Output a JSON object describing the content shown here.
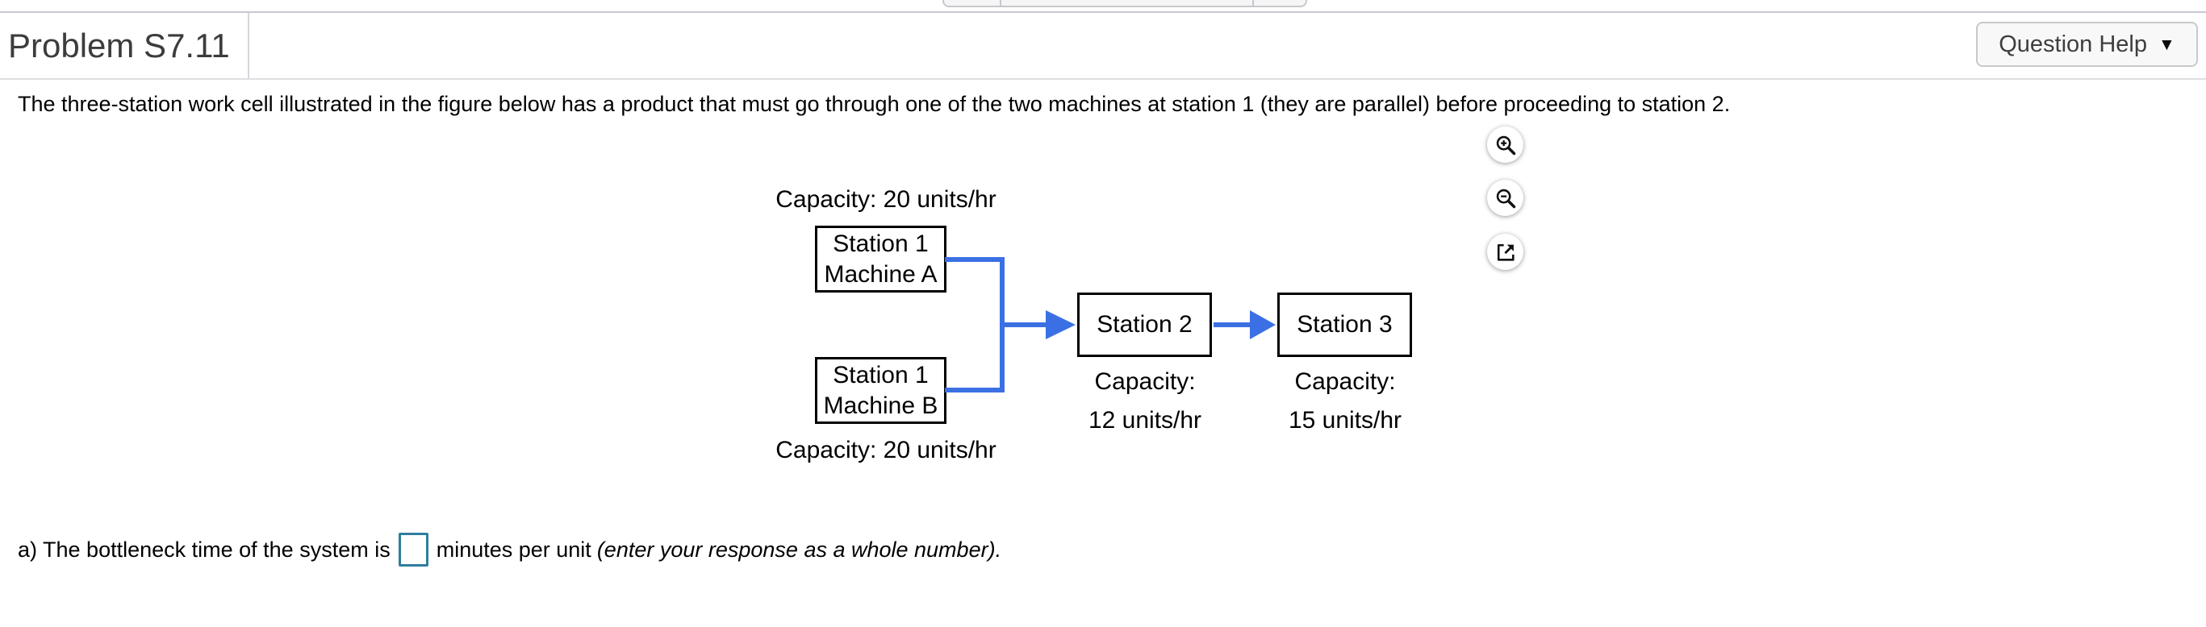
{
  "header": {
    "title": "Problem S7.11",
    "question_help_label": "Question Help",
    "dropdown_caret": "▼"
  },
  "problem_text": "The three-station work cell illustrated in the figure below has a product that must go through one of the two machines at station 1 (they are parallel) before proceeding to station 2.",
  "figure": {
    "capacity_top": "Capacity: 20 units/hr",
    "capacity_bottom": "Capacity: 20 units/hr",
    "station1a": {
      "line1": "Station 1",
      "line2": "Machine A"
    },
    "station1b": {
      "line1": "Station 1",
      "line2": "Machine B"
    },
    "station2": {
      "label": "Station 2",
      "capacity_line1": "Capacity:",
      "capacity_line2": "12 units/hr"
    },
    "station3": {
      "label": "Station 3",
      "capacity_line1": "Capacity:",
      "capacity_line2": "15 units/hr"
    },
    "controls": [
      "zoom-in",
      "zoom-out",
      "open-in-new-window"
    ],
    "connector_color": "#3b70e4"
  },
  "question_a": {
    "prefix": "a) The bottleneck time of the system is",
    "input_value": "",
    "suffix": "minutes per unit",
    "hint": "(enter your response as a whole number).",
    "input_border_color": "#2e7e9e"
  }
}
